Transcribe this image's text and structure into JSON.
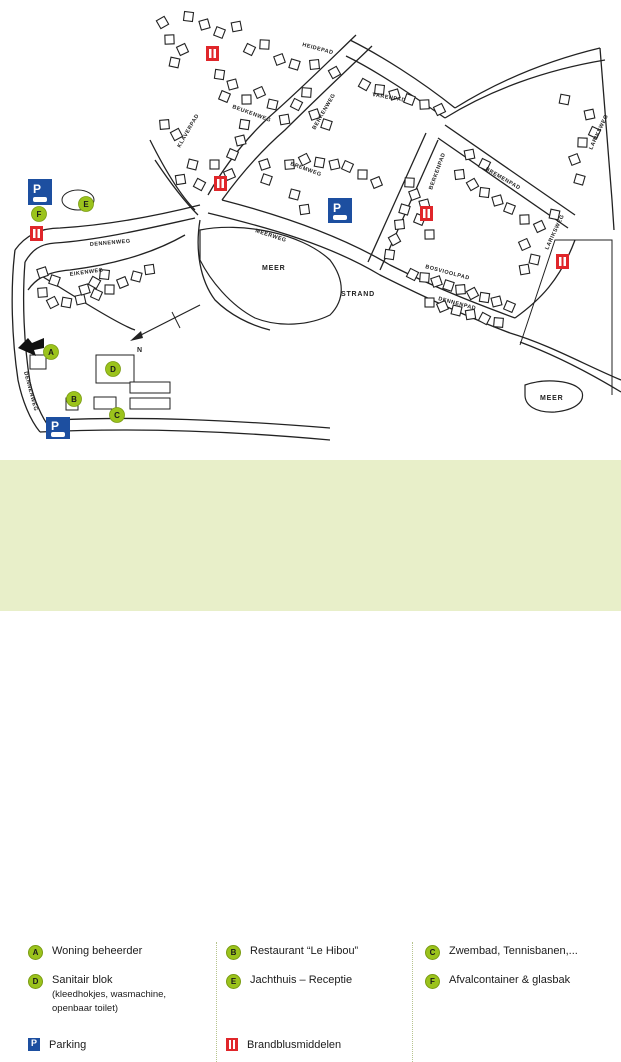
{
  "map": {
    "labels": {
      "meer_1": "MEER",
      "strand": "STRAND",
      "meer_2": "MEER",
      "north": "N"
    },
    "streets": {
      "heidepad": "HEIDEPAD",
      "varenpad": "VARENPAD",
      "berkenweg": "BERKENWEG",
      "beukenweg": "BEUKENWEG",
      "dennenweg": "DENNENWEG",
      "eikenweg": "EIKENWEG",
      "meeuweg": "MEERWEG",
      "lariksweg": "LARIKSWEG",
      "bremenpad": "BREMENPAD",
      "berkenpad": "BERKENPAD",
      "boomgaardpad": "BOSVIOOLPAD",
      "dennenpad": "DENNENPAD",
      "bremweg": "BREMWEG",
      "klaverpad": "KLAVERPAD",
      "dennenweg2": "DENNENWEG"
    },
    "markers": {
      "a": "A",
      "b": "B",
      "c": "C",
      "d": "D",
      "e": "E",
      "f": "F"
    },
    "parking_letter": "P"
  },
  "legend": {
    "items": [
      {
        "badge": "A",
        "label": "Woning beheerder"
      },
      {
        "badge": "B",
        "label": "Restaurant “Le Hibou”"
      },
      {
        "badge": "C",
        "label": "Zwembad, Tennisbanen,..."
      },
      {
        "badge": "D",
        "label": "Sanitair blok",
        "sub1": "(kleedhokjes, wasmachine,",
        "sub2": " openbaar toilet)"
      },
      {
        "badge": "E",
        "label": "Jachthuis – Receptie"
      },
      {
        "badge": "F",
        "label": "Afvalcontainer & glasbak"
      }
    ],
    "parking": "Parking",
    "fire": "Brandblusmiddelen",
    "parking_icon": "P"
  },
  "colors": {
    "badge": "#9bc31c",
    "parking": "#1d4fa0",
    "fire": "#e0262a",
    "legend_bg": "#e8efc9"
  }
}
